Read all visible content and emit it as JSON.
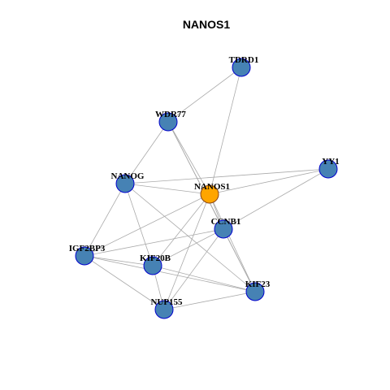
{
  "title": "NANOS1",
  "colors": {
    "node_fill": "#4682B4",
    "node_stroke": "#0000CD",
    "center_fill": "#FFA500",
    "center_stroke": "#8B4513",
    "edge": "#AAAAAA",
    "label": "#000000"
  },
  "nodes": [
    {
      "id": "NANOS1",
      "label": "NANOS1",
      "center": true
    },
    {
      "id": "TDRD1",
      "label": "TDRD1"
    },
    {
      "id": "WDR77",
      "label": "WDR77"
    },
    {
      "id": "YY1",
      "label": "YY1"
    },
    {
      "id": "NANOG",
      "label": "NANOG"
    },
    {
      "id": "CCNB1",
      "label": "CCNB1"
    },
    {
      "id": "IGF2BP3",
      "label": "IGF2BP3"
    },
    {
      "id": "KIF20B",
      "label": "KIF20B"
    },
    {
      "id": "KIF23",
      "label": "KIF23"
    },
    {
      "id": "NUP155",
      "label": "NUP155"
    }
  ],
  "edges": [
    [
      "NANOS1",
      "TDRD1"
    ],
    [
      "NANOS1",
      "WDR77"
    ],
    [
      "NANOS1",
      "YY1"
    ],
    [
      "NANOS1",
      "NANOG"
    ],
    [
      "NANOS1",
      "CCNB1"
    ],
    [
      "NANOS1",
      "IGF2BP3"
    ],
    [
      "NANOS1",
      "KIF20B"
    ],
    [
      "NANOS1",
      "KIF23"
    ],
    [
      "NANOS1",
      "NUP155"
    ],
    [
      "TDRD1",
      "WDR77"
    ],
    [
      "WDR77",
      "NANOG"
    ],
    [
      "WDR77",
      "CCNB1"
    ],
    [
      "WDR77",
      "KIF23"
    ],
    [
      "NANOG",
      "YY1"
    ],
    [
      "NANOG",
      "IGF2BP3"
    ],
    [
      "NANOG",
      "KIF20B"
    ],
    [
      "NANOG",
      "KIF23"
    ],
    [
      "YY1",
      "CCNB1"
    ],
    [
      "CCNB1",
      "IGF2BP3"
    ],
    [
      "CCNB1",
      "KIF20B"
    ],
    [
      "CCNB1",
      "KIF23"
    ],
    [
      "CCNB1",
      "NUP155"
    ],
    [
      "IGF2BP3",
      "KIF20B"
    ],
    [
      "IGF2BP3",
      "KIF23"
    ],
    [
      "IGF2BP3",
      "NUP155"
    ],
    [
      "KIF20B",
      "KIF23"
    ],
    [
      "KIF20B",
      "NUP155"
    ],
    [
      "KIF23",
      "NUP155"
    ]
  ]
}
